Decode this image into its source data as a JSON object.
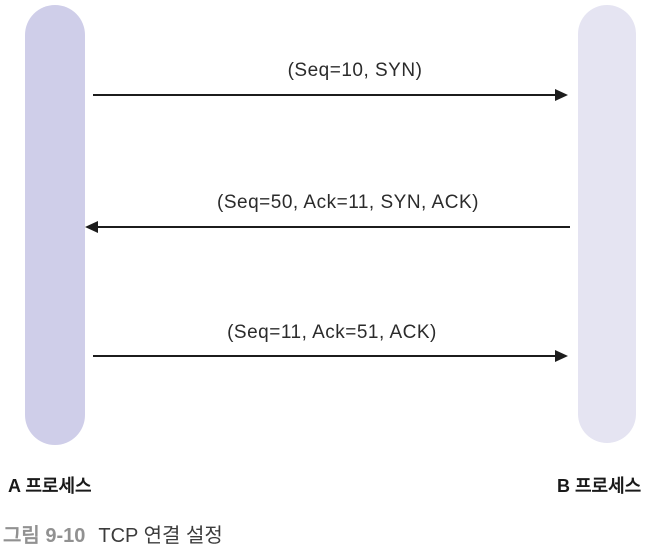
{
  "diagram": {
    "process_a_label": "A 프로세스",
    "process_b_label": "B 프로세스",
    "messages": [
      {
        "label": "(Seq=10, SYN)",
        "direction": "right",
        "from": "A",
        "to": "B"
      },
      {
        "label": "(Seq=50, Ack=11, SYN, ACK)",
        "direction": "left",
        "from": "B",
        "to": "A"
      },
      {
        "label": "(Seq=11, Ack=51, ACK)",
        "direction": "right",
        "from": "A",
        "to": "B"
      }
    ]
  },
  "caption": {
    "figure_label": "그림 9-10",
    "title": "TCP 연결 설정"
  },
  "colors": {
    "lifeline_a": "#cfcee9",
    "lifeline_b": "#e5e4f2",
    "arrow": "#1c1c1c",
    "caption_label": "#919191",
    "caption_title": "#3c3c3c"
  }
}
